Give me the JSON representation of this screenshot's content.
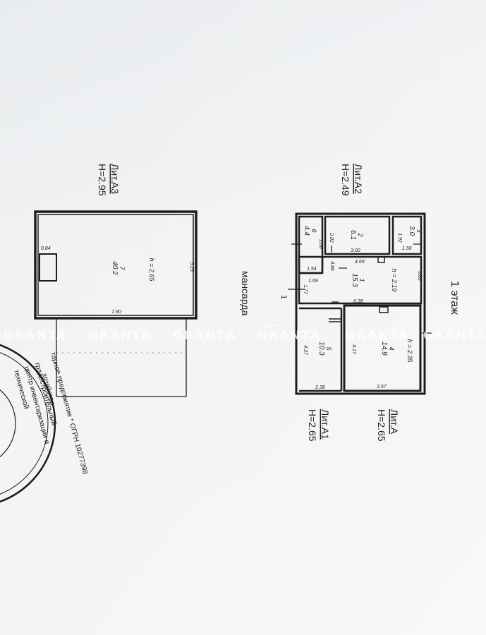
{
  "document": {
    "floor_title": "1 этаж",
    "mansard_title": "мансарда",
    "section_mark": "1"
  },
  "blocks": [
    {
      "id": "lit-a",
      "label": "Лит.А",
      "height": "Н=2.65"
    },
    {
      "id": "lit-a1",
      "label": "Лит.А1",
      "height": "Н=2.65"
    },
    {
      "id": "lit-a2",
      "label": "Лит.А2",
      "height": "Н=2.49"
    },
    {
      "id": "lit-a3",
      "label": "Лит.А3",
      "height": "Н=2.95"
    }
  ],
  "rooms": [
    {
      "num": "1",
      "area": "15.3",
      "h": "h = 2.19"
    },
    {
      "num": "2",
      "area": "6.1"
    },
    {
      "num": "3",
      "area": "3.0"
    },
    {
      "num": "4",
      "area": "14.9",
      "h": "h = 2.35"
    },
    {
      "num": "5",
      "area": "10.3"
    },
    {
      "num": "6",
      "area": "4.4"
    },
    {
      "num": "7",
      "area": "40.2",
      "h": "h = 2.65"
    }
  ],
  "dimensions": {
    "d383": "3.83",
    "d156": "1.56",
    "d192": "1.92",
    "d300": "3.00",
    "d469": "4.69",
    "d202": "2.02",
    "d288": "2.88",
    "d086": "0.86",
    "d154": "1.54",
    "d169": "1.69",
    "d177": "1.77",
    "d638": "6.38",
    "d437": "4.37",
    "d417": "4.17",
    "d238": "2.38",
    "d357": "3.57",
    "d084": "0.84",
    "d525": "5.25",
    "d790": "7.90"
  },
  "stamp": {
    "line1": "тарное предприятие * ОГРН 10277398",
    "line2": "хозяйства",
    "line3": "градостроительный",
    "line4": "центр инвентаризации и",
    "line5": "технической"
  },
  "watermark": {
    "brand": "GRANTA",
    "tagline": "НЕДВИЖИМОСТЬ"
  }
}
